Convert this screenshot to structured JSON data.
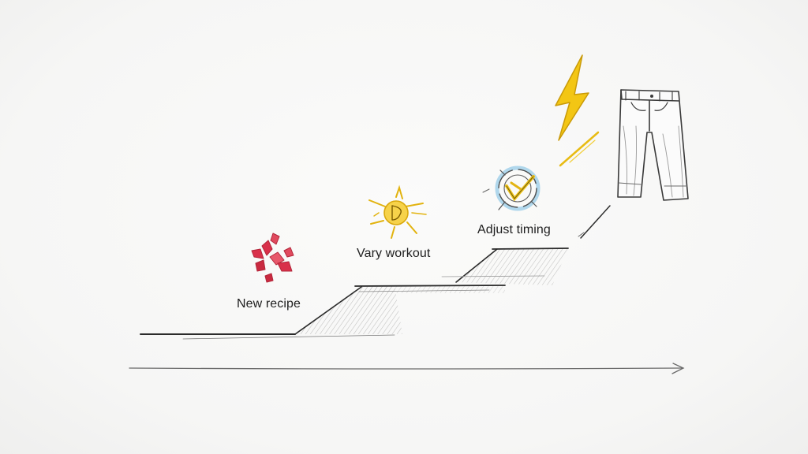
{
  "steps": [
    {
      "label": "New recipe",
      "icon": "broken-pieces-icon",
      "color": "#d9304a"
    },
    {
      "label": "Vary workout",
      "icon": "starburst-badge-icon",
      "color": "#f0c419"
    },
    {
      "label": "Adjust timing",
      "icon": "circular-arrow-check-icon",
      "color": "#5aaad6"
    }
  ],
  "goal": {
    "icon": "jeans-icon"
  },
  "decoration": {
    "icon": "lightning-bolt-icon",
    "color": "#f3c614"
  },
  "colors": {
    "ink": "#2b2b2b",
    "hatch": "#b9b9b9",
    "background": "#f7f7f6"
  }
}
